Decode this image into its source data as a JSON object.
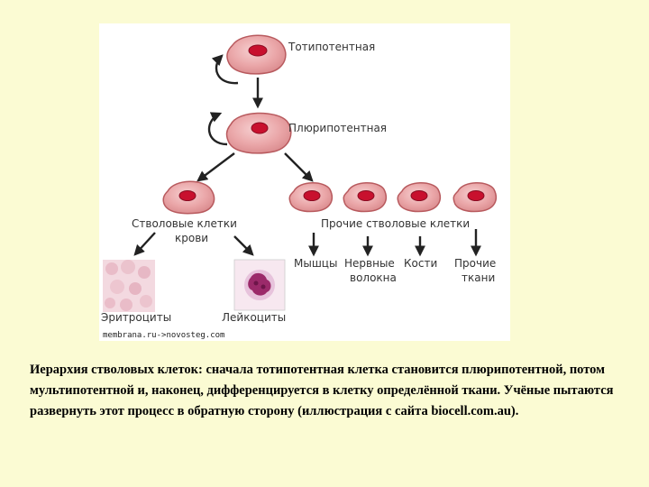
{
  "diagram": {
    "nodes": {
      "totipotent": "Тотипотентная",
      "pluripotent": "Плюрипотентная",
      "blood_stem_line1": "Стволовые клетки",
      "blood_stem_line2": "крови",
      "other_stem": "Прочие стволовые клетки",
      "erythrocytes": "Эритроциты",
      "leukocytes": "Лейкоциты",
      "muscles": "Мышцы",
      "nerve_line1": "Нервные",
      "nerve_line2": "волокна",
      "bones": "Кости",
      "other_tissues_line1": "Прочие",
      "other_tissues_line2": "ткани"
    },
    "credit": "membrana.ru->novosteg.com",
    "colors": {
      "cell_fill": "#eaa6a8",
      "cell_outline": "#b85a5e",
      "nucleus": "#c8102e",
      "erythrocyte_bg": "#f3d9e0",
      "leukocyte_nucleus": "#9b2a6a"
    }
  },
  "caption": "Иерархия стволовых клеток: сначала тотипотентная клетка становится плюрипотентной, потом мультипотентной и, наконец, дифференцируется в клетку определённой ткани. Учёные пытаются развернуть этот процесс в обратную сторону (иллюстрация с сайта biocell.com.au)."
}
